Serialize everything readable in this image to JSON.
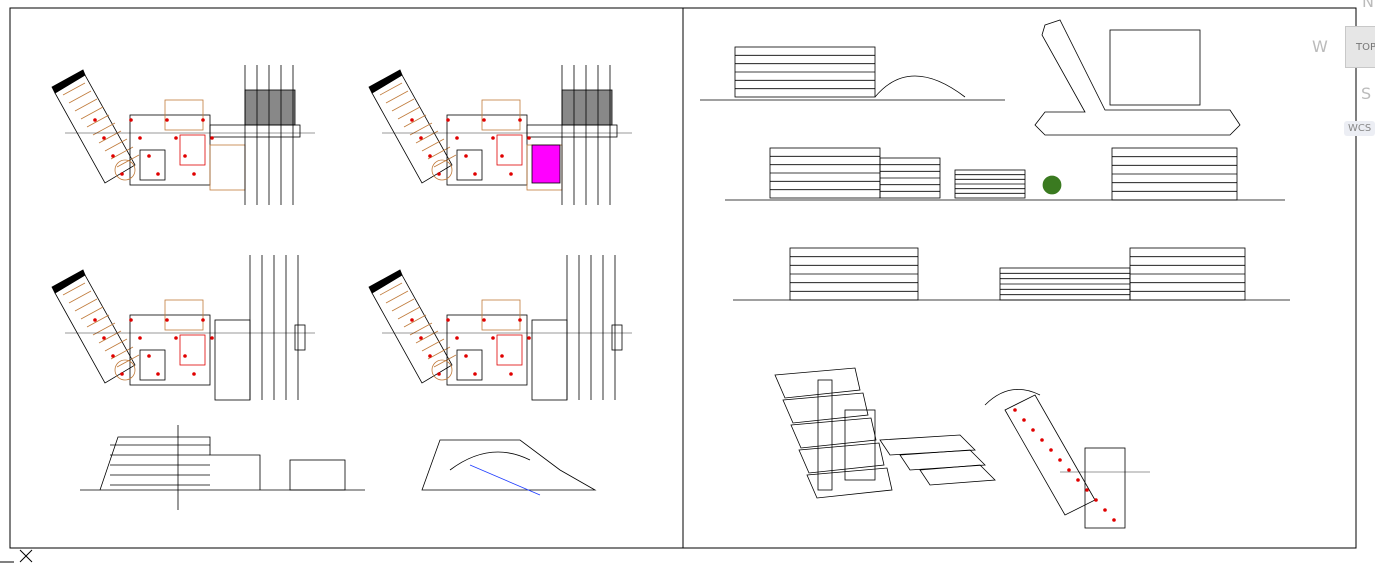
{
  "viewcube": {
    "north": "N",
    "west": "W",
    "south": "S",
    "top": "TOP",
    "wcs": "WCS"
  },
  "colors": {
    "line": "#000000",
    "grip": "#e00000",
    "highlight": "#ff00ff",
    "furniture": "#c07a3a",
    "blue": "#1e3cff"
  }
}
